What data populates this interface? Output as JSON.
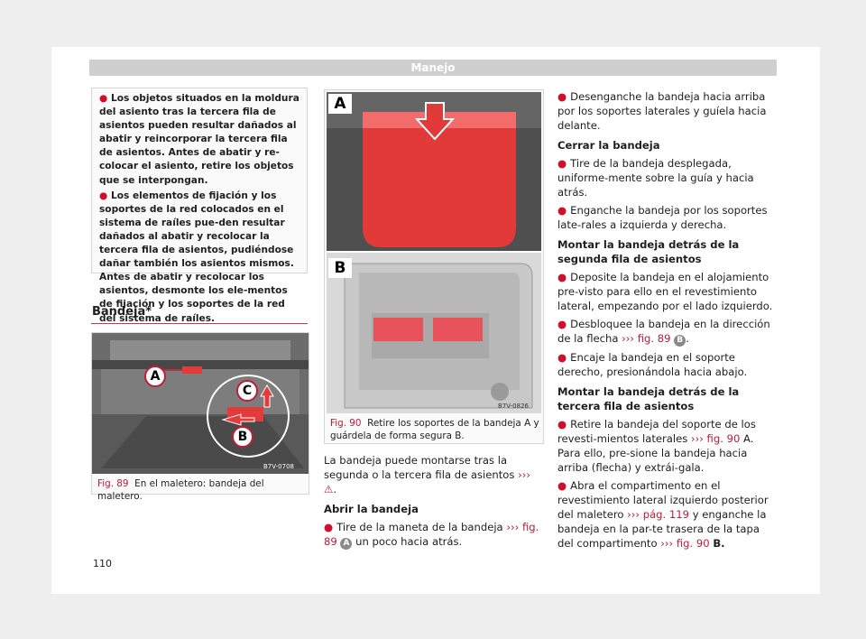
{
  "header": {
    "title": "Manejo"
  },
  "warning": {
    "p1": "Los objetos situados en la moldura del asiento tras la tercera fila de asientos pueden resultar dañados al abatir y reincorporar la tercera fila de asientos. Antes de abatir y re-colocar el asiento, retire los objetos que se interpongan.",
    "p2": "Los elementos de fijación y los soportes de la red colocados en el sistema de raíles pue-den resultar dañados al abatir y recolocar la tercera fila de asientos, pudiéndose dañar también los asientos mismos. Antes de abatir y recolocar los asientos, desmonte los ele-mentos de fijación y los soportes de la red del sistema de raíles."
  },
  "section": {
    "title": "Bandeja*"
  },
  "fig89": {
    "code": "B7V-0708",
    "label_a": "A",
    "label_b": "B",
    "label_c": "C",
    "fig_label": "Fig. 89",
    "caption": "En el maletero: bandeja del maletero."
  },
  "fig90": {
    "code": "B7V-0826",
    "label_a": "A",
    "label_b": "B",
    "fig_label": "Fig. 90",
    "caption": "Retire los soportes de la bandeja A y guárdela de forma segura B."
  },
  "col2": {
    "intro": "La bandeja puede montarse tras la segunda o la tercera fila de asientos",
    "intro_link": "›››",
    "h_open": "Abrir la bandeja",
    "open1_a": "Tire de la maneta de la bandeja",
    "open1_link": "››› fig. 89",
    "open1_badge": "A",
    "open1_b": "un poco hacia atrás."
  },
  "col3": {
    "p1": "Desenganche la bandeja hacia arriba por los soportes laterales y guíela hacia delante.",
    "h_close": "Cerrar la bandeja",
    "c1": "Tire de la bandeja desplegada, uniforme-mente sobre la guía y hacia atrás.",
    "c2": "Enganche la bandeja por los soportes late-rales a izquierda y derecha.",
    "h_mount2": "Montar la bandeja detrás de la segunda fila de asientos",
    "m1": "Deposite la bandeja en el alojamiento pre-visto para ello en el revestimiento lateral, empezando por el lado izquierdo.",
    "m2_a": "Desbloquee la bandeja en la dirección de la flecha",
    "m2_link": "››› fig. 89",
    "m2_badge": "B",
    "m3": "Encaje la bandeja en el soporte derecho, presionándola hacia abajo.",
    "h_mount3": "Montar la bandeja detrás de la tercera fila de asientos",
    "t1_a": "Retire la bandeja del soporte de los revesti-mientos laterales",
    "t1_link": "››› fig. 90",
    "t1_b": "A. Para ello, pre-sione la bandeja hacia arriba (flecha) y extrái-gala.",
    "t2_a": "Abra el compartimento en el revestimiento lateral izquierdo posterior del maletero",
    "t2_link": "››› pág. 119",
    "t2_b": "y enganche la bandeja en la par-te trasera de la tapa del compartimento",
    "t2_link2": "››› fig. 90",
    "t2_c": "B."
  },
  "footer": {
    "page": "110"
  },
  "colors": {
    "accent": "#c21b35",
    "header_bg": "#cfcfcf"
  }
}
